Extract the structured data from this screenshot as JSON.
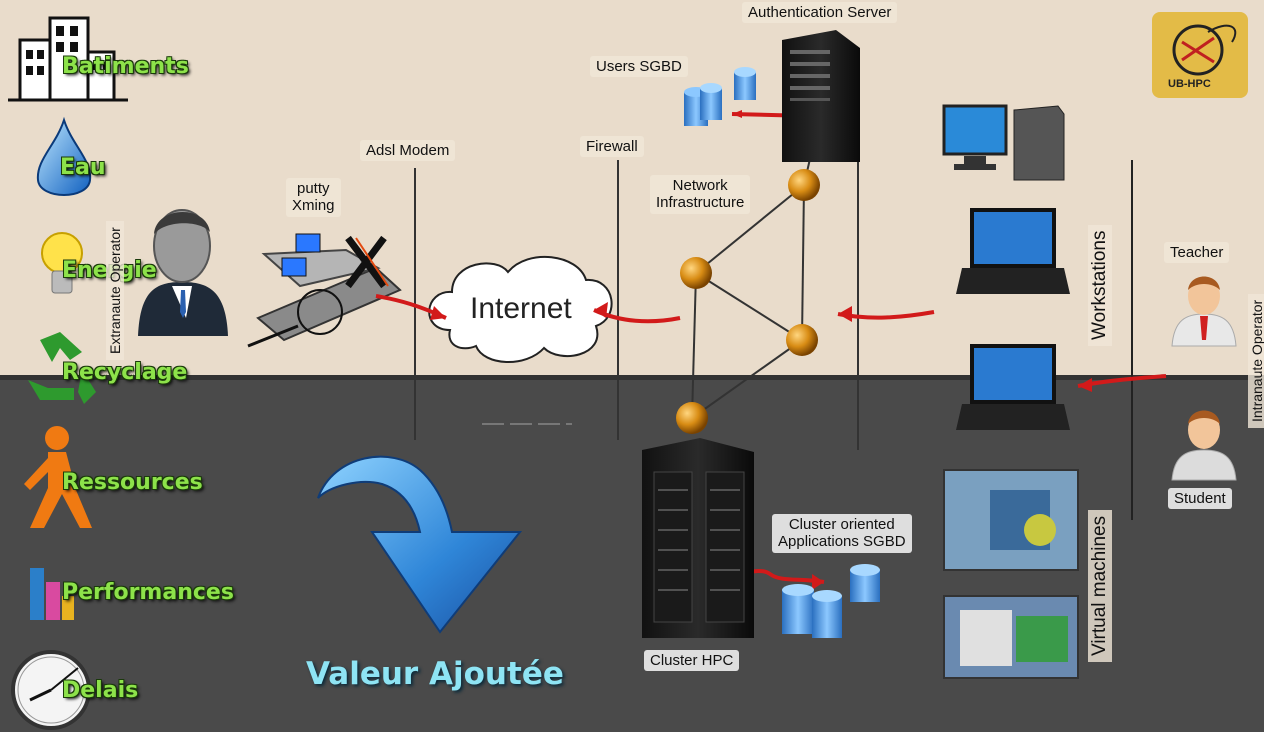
{
  "categories": [
    {
      "label": "Batiments",
      "icon": "building-icon"
    },
    {
      "label": "Eau",
      "icon": "water-drop-icon"
    },
    {
      "label": "Energie",
      "icon": "light-bulb-icon"
    },
    {
      "label": "Recyclage",
      "icon": "recycle-icon"
    },
    {
      "label": "Ressources",
      "icon": "person-walking-icon"
    },
    {
      "label": "Performances",
      "icon": "bar-chart-icon"
    },
    {
      "label": "Delais",
      "icon": "clock-icon"
    }
  ],
  "value_label": "Valeur Ajoutée",
  "logo_text": "UB-HPC",
  "diagram": {
    "extranaute_operator": "Extranaute Operator",
    "putty_xming": [
      "putty",
      "Xming"
    ],
    "adsl_modem": "Adsl Modem",
    "firewall": "Firewall",
    "internet": "Internet",
    "users_sgbd": "Users SGBD",
    "authentication_server": "Authentication Server",
    "network_infrastructure": [
      "Network",
      "Infrastructure"
    ],
    "workstations": "Workstations",
    "teacher": "Teacher",
    "student": "Student",
    "intranaute_operator": "Intranaute Operator",
    "cluster_hpc": "Cluster HPC",
    "cluster_apps": [
      "Cluster oriented",
      "Applications SGBD"
    ],
    "virtual_machines": "Virtual machines"
  },
  "colors": {
    "top_background": "#e9dccb",
    "bottom_background": "#4a4a4a",
    "category_text": "#8de24a",
    "value_text": "#8ee4f4",
    "node_orange": "#d88c14",
    "arrow_red": "#d21a1a",
    "big_arrow_blue": "#2f86d8"
  }
}
